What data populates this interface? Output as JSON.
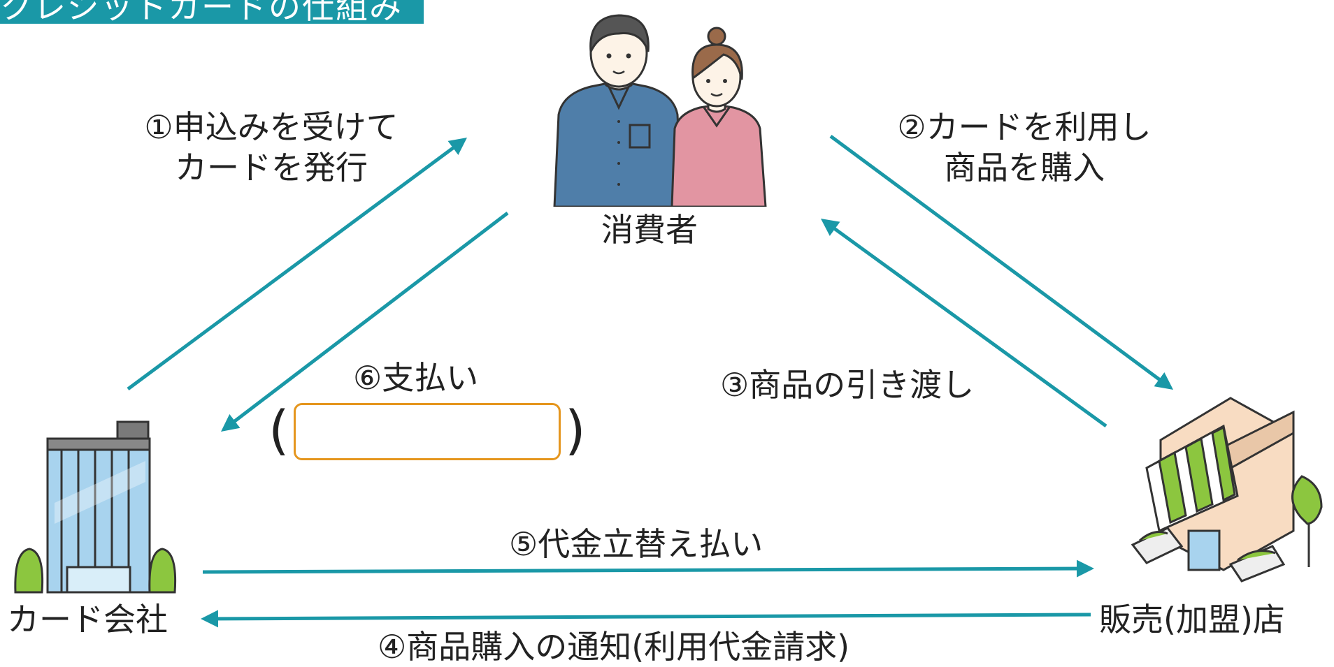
{
  "title": "クレジットカードの仕組み",
  "actors": {
    "consumer": "消費者",
    "card_company": "カード会社",
    "merchant": "販売(加盟)店"
  },
  "steps": {
    "step1_line1": "①申込みを受けて",
    "step1_line2": "カードを発行",
    "step2_line1": "②カードを利用し",
    "step2_line2": "商品を購入",
    "step3": "③商品の引き渡し",
    "step4": "④商品購入の通知(利用代金請求)",
    "step5": "⑤代金立替え払い",
    "step6": "⑥支払い"
  },
  "blank": {
    "open_paren": "(",
    "close_paren": ")",
    "answer": ""
  },
  "colors": {
    "accent": "#1a98a7",
    "box_border": "#e5961e",
    "man_shirt": "#4f7ea9",
    "woman_shirt": "#e295a2",
    "awning_green": "#8cc63f",
    "building_glass": "#a8d3ee"
  }
}
